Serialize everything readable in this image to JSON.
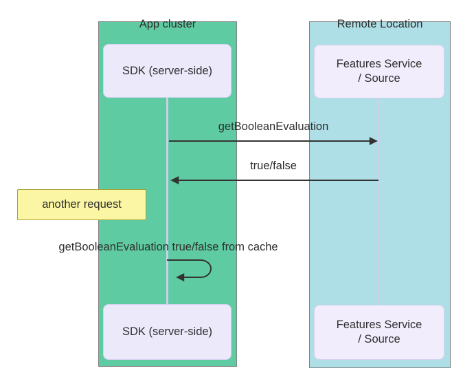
{
  "app_cluster": {
    "title": "App cluster",
    "participant_top": "SDK (server-side)",
    "participant_bottom": "SDK (server-side)"
  },
  "remote_location": {
    "title": "Remote Location",
    "participant_top": "Features Service\n/ Source",
    "participant_bottom": "Features Service\n/ Source"
  },
  "messages": {
    "request": "getBooleanEvaluation",
    "response": "true/false",
    "cache_hit": "getBooleanEvaluation true/false from cache"
  },
  "note": {
    "text": "another request"
  },
  "colors": {
    "app_cluster_bg": "#5fcba2",
    "remote_location_bg": "#aedfe6",
    "container_border": "#828282",
    "participant_bg": "#ebe9fa",
    "participant_bg_remote": "#f2edfc",
    "participant_border": "#d5d2ef",
    "lifeline": "#ccd0ea",
    "arrow": "#333333",
    "text": "#2e2e2e",
    "note_bg": "#faf6a3",
    "note_border": "#aaa033"
  }
}
